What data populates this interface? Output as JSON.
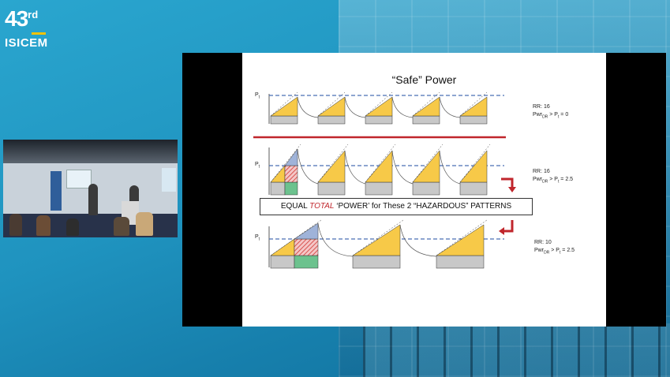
{
  "logo": {
    "number": "43",
    "superscript": "rd",
    "name": "ISICEM"
  },
  "slide": {
    "title": "“Safe” Power",
    "pt_label": "P",
    "pt_sub": "t",
    "row1": {
      "rr": "RR: 16",
      "pwr_prefix": "Pwr",
      "pwr_sub": "DR",
      "pwr_suffix": " > P",
      "pt_sub": "t",
      "value": " = 0"
    },
    "row2": {
      "rr": "RR: 16",
      "pwr_prefix": "Pwr",
      "pwr_sub": "DR",
      "pwr_suffix": " > P",
      "pt_sub": "t",
      "value": " = 2.5"
    },
    "row3": {
      "rr": "RR: 10",
      "pwr_prefix": "Pwr",
      "pwr_sub": "DR",
      "pwr_suffix": " > P",
      "pt_sub": "t",
      "value": " = 2.5"
    },
    "banner": {
      "part1": "EQUAL ",
      "emph": "TOTAL",
      "part2": " ‘POWER’ for These 2 “HAZARDOUS” PATTERNS"
    }
  },
  "colors": {
    "background": "#1f93bf",
    "triangle_fill": "#f7c948",
    "base_fill": "#c8c8c8",
    "threshold_line": "#4a6fb5",
    "red_divider": "#c0262c",
    "green_box": "#6cc28e",
    "red_hatch": "#d9534f"
  }
}
